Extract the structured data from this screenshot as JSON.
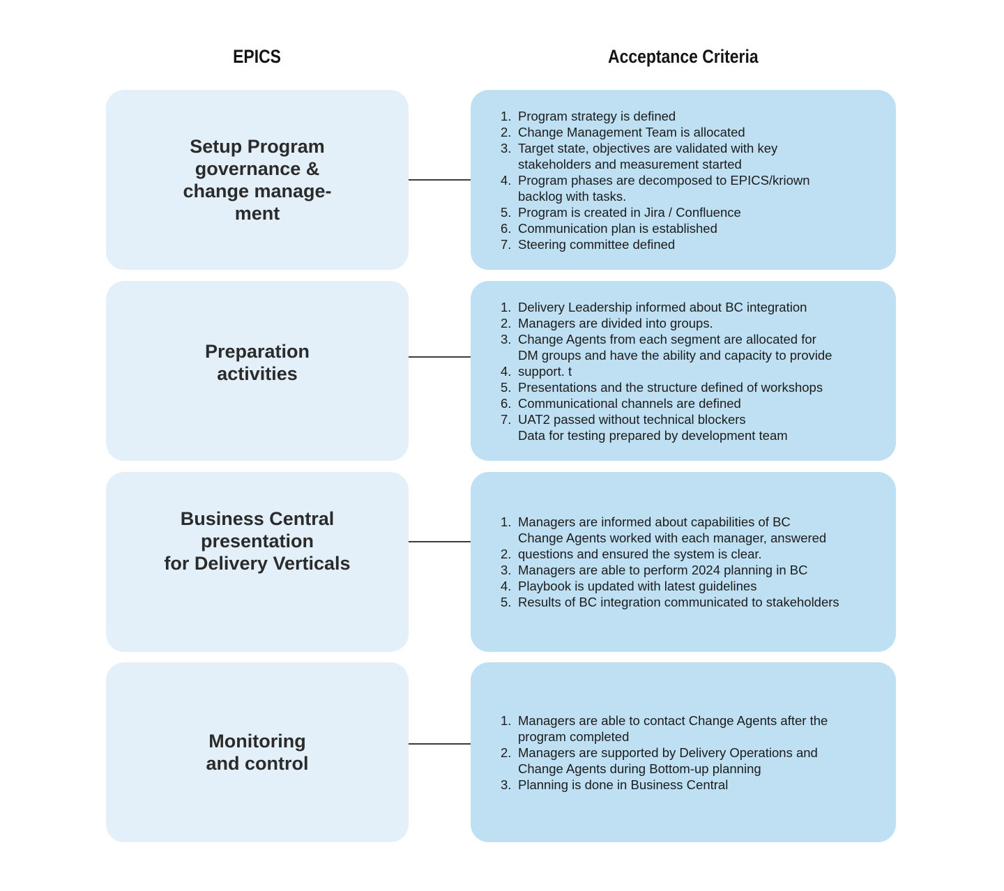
{
  "headers": {
    "left": "EPICS",
    "right": "Acceptance Criteria"
  },
  "colors": {
    "epic_box": "#e4f0f9",
    "criteria_box": "#bee0f2",
    "connector": "#3b3b3b",
    "text": "#1c1c1c"
  },
  "rows": [
    {
      "epic_title_lines": [
        "Setup Program",
        "governance &",
        "change manage-",
        "ment"
      ],
      "criteria": [
        {
          "num": "1.",
          "lines": [
            "Program strategy is defined"
          ]
        },
        {
          "num": "2.",
          "lines": [
            "Change Management Team is allocated"
          ]
        },
        {
          "num": "3.",
          "lines": [
            "Target state, objectives are validated with key",
            "stakeholders and measurement started"
          ]
        },
        {
          "num": "4.",
          "lines": [
            "Program phases are decomposed to EPICS/kriown",
            "backlog with tasks."
          ]
        },
        {
          "num": "5.",
          "lines": [
            "Program is created in Jira / Confluence"
          ]
        },
        {
          "num": "6.",
          "lines": [
            "Communication plan is established"
          ]
        },
        {
          "num": "7.",
          "lines": [
            "Steering committee defined"
          ]
        }
      ]
    },
    {
      "epic_title_lines": [
        "Preparation",
        "activities"
      ],
      "criteria": [
        {
          "num": "1.",
          "lines": [
            "Delivery Leadership informed about BC integration"
          ]
        },
        {
          "num": "2.",
          "lines": [
            "Managers are divided into groups."
          ]
        },
        {
          "num": "3.",
          "lines": [
            "Change Agents from each segment are allocated for",
            "DM groups and have the ability and capacity to provide"
          ]
        },
        {
          "num": "4.",
          "lines": [
            "support. t"
          ]
        },
        {
          "num": "5.",
          "lines": [
            "Presentations and the structure defined of workshops"
          ]
        },
        {
          "num": "6.",
          "lines": [
            "Communicational channels are defined"
          ]
        },
        {
          "num": "7.",
          "lines": [
            "UAT2 passed without technical blockers",
            "Data for testing prepared by development team"
          ]
        }
      ]
    },
    {
      "epic_title_lines": [
        "Business Central",
        "presentation",
        "for Delivery Verticals"
      ],
      "criteria": [
        {
          "num": "1.",
          "lines": [
            "Managers are informed about capabilities of BC",
            "Change Agents worked with each manager, answered"
          ]
        },
        {
          "num": "2.",
          "lines": [
            "questions and ensured the system is clear."
          ]
        },
        {
          "num": "3.",
          "lines": [
            "Managers are able to perform 2024 planning in BC"
          ]
        },
        {
          "num": "4.",
          "lines": [
            "Playbook is updated with latest guidelines"
          ]
        },
        {
          "num": "5.",
          "lines": [
            "Results of BC integration communicated to stakeholders"
          ]
        }
      ]
    },
    {
      "epic_title_lines": [
        "Monitoring",
        "and control"
      ],
      "criteria": [
        {
          "num": "1.",
          "lines": [
            "Managers are able to contact Change Agents after the",
            "program completed"
          ]
        },
        {
          "num": "2.",
          "lines": [
            "Managers are supported by Delivery Operations and",
            "Change Agents during Bottom-up planning"
          ]
        },
        {
          "num": "3.",
          "lines": [
            "Planning is done in Business Central"
          ]
        }
      ]
    }
  ]
}
